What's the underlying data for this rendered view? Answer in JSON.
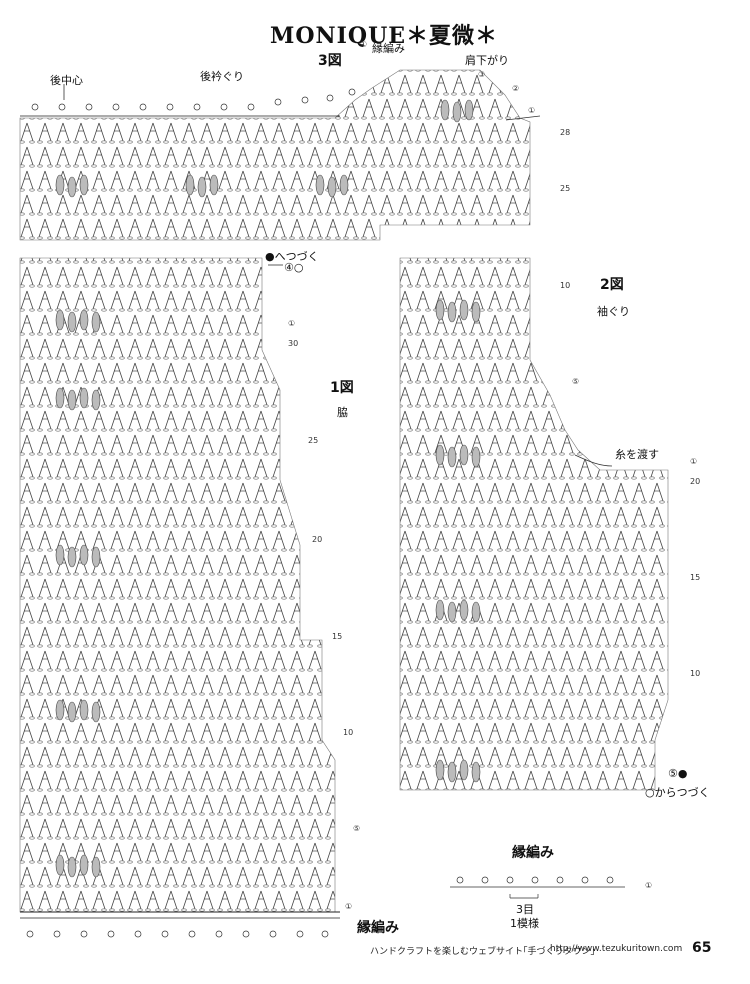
{
  "header": {
    "title": "MONIQUE＊夏微＊"
  },
  "figures": {
    "fig1": {
      "label": "1図",
      "part": "脇"
    },
    "fig2": {
      "label": "2図",
      "part": "袖ぐり"
    },
    "fig3": {
      "label": "3図",
      "part": "後衿ぐり"
    }
  },
  "notes": {
    "back_center": "後中心",
    "edging_top": "縁編み",
    "shoulder_dec": "肩下がり",
    "heave": "●へつづく",
    "heave_num": "④○",
    "continue_from": "○からつづく",
    "continue_from_num": "⑤●",
    "carry_yarn": "糸を渡す",
    "edging_bottom": "縁編み",
    "edging_section": "縁編み",
    "repeat_count": "3目",
    "repeat_unit": "1模様"
  },
  "row_numbers": {
    "fig3": [
      "①",
      "②",
      "③",
      "25",
      "28",
      "①"
    ],
    "fig1": [
      "①",
      "30",
      "25",
      "20",
      "15",
      "10",
      "⑤",
      "①"
    ],
    "fig2": [
      "10",
      "⑤",
      "①",
      "20",
      "15",
      "10"
    ],
    "edging": [
      "①"
    ]
  },
  "footer": {
    "site_text": "ハンドクラフトを楽しむウェブサイト｢手づくりタウン｣",
    "url": "http://www.tezukuritown.com",
    "page": "65"
  }
}
